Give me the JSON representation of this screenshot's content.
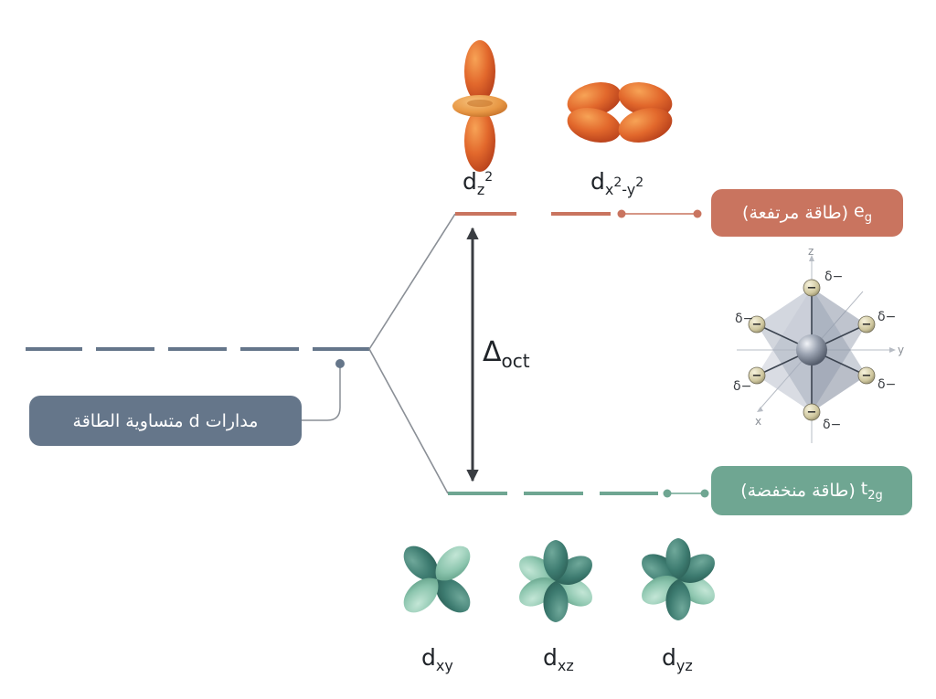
{
  "levels": {
    "high": {
      "pill_prefix": "e",
      "pill_sub": "g",
      "pill_text": " (طاقة مرتفعة)",
      "color": "#c9745f"
    },
    "low": {
      "pill_prefix": "t",
      "pill_sub": "2g",
      "pill_text": " (طاقة منخفضة)",
      "color": "#6fa692"
    },
    "degenerate": {
      "pill_text": "مدارات d متساوية الطاقة",
      "color": "#65768a"
    }
  },
  "gap": {
    "symbol": "Δ",
    "sub": "oct"
  },
  "orbitals": {
    "dz2": {
      "base": "d",
      "sub": "z",
      "sup": "2"
    },
    "dx2y2": {
      "base": "d",
      "sub_a": "x",
      "sup_a": "2",
      "sub_mid": "-y",
      "sup_b": "2"
    },
    "dxy": {
      "base": "d",
      "sub": "xy"
    },
    "dxz": {
      "base": "d",
      "sub": "xz"
    },
    "dyz": {
      "base": "d",
      "sub": "yz"
    }
  },
  "octahedron": {
    "axis_z": "z",
    "axis_y": "y",
    "axis_x": "x",
    "ligand_charge": "δ−",
    "ligand_sign": "−"
  },
  "colors": {
    "orange": "#e0702e",
    "orange_light": "#f3a04a",
    "teal_dark": "#3f7f74",
    "teal_light": "#8fc9b3",
    "gray_line": "#8a8f96"
  }
}
